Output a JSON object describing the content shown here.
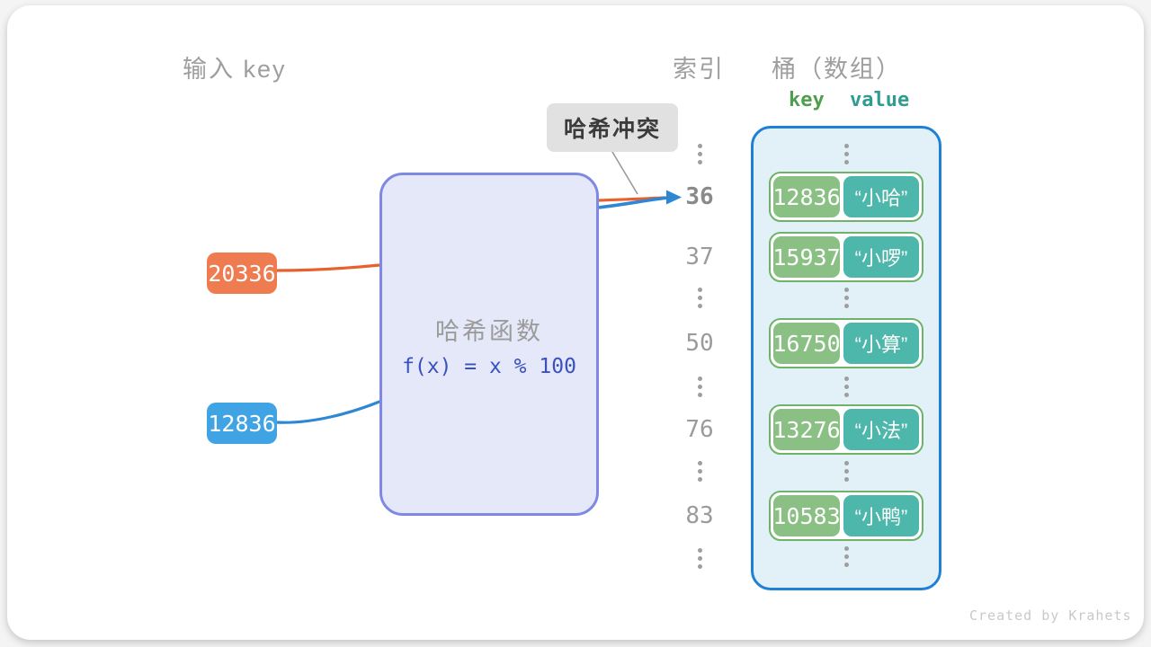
{
  "header": {
    "input_key_title": "输入 key",
    "index_title": "索引",
    "bucket_title": "桶（数组）",
    "key_label": "key",
    "value_label": "value"
  },
  "collision": {
    "label": "哈希冲突"
  },
  "hash_function": {
    "title": "哈希函数",
    "formula": "f(x) = x % 100"
  },
  "input_keys": [
    {
      "value": "20336",
      "color": "#ef7c51"
    },
    {
      "value": "12836",
      "color": "#40a3e3"
    }
  ],
  "hash_table": {
    "rows": [
      {
        "index": "36",
        "key": "12836",
        "value": "“小哈”"
      },
      {
        "index": "37",
        "key": "15937",
        "value": "“小啰”"
      },
      {
        "index": "50",
        "key": "16750",
        "value": "“小算”"
      },
      {
        "index": "76",
        "key": "13276",
        "value": "“小法”"
      },
      {
        "index": "83",
        "key": "10583",
        "value": "“小鸭”"
      }
    ]
  },
  "footer": {
    "credit": "Created by Krahets"
  },
  "colors": {
    "orange_line": "#e8602c",
    "blue_line": "#2d87d3",
    "orange_box": "#ef7c51",
    "blue_box": "#40a3e3",
    "key_pill_green": "#8bc084",
    "value_pill_teal": "#4eb7ab",
    "entry_border_green": "#6fb269",
    "bucket_border_blue": "#1e80d6",
    "bucket_bg": "#e2f1f8",
    "hash_box_bg": "#e5e8f8",
    "hash_box_border": "#7e89e1",
    "formula_blue": "#3a50c0",
    "key_header_green": "#4f9e4f",
    "value_header_teal": "#2f9c8f",
    "gray_text": "#9e9e9e"
  }
}
